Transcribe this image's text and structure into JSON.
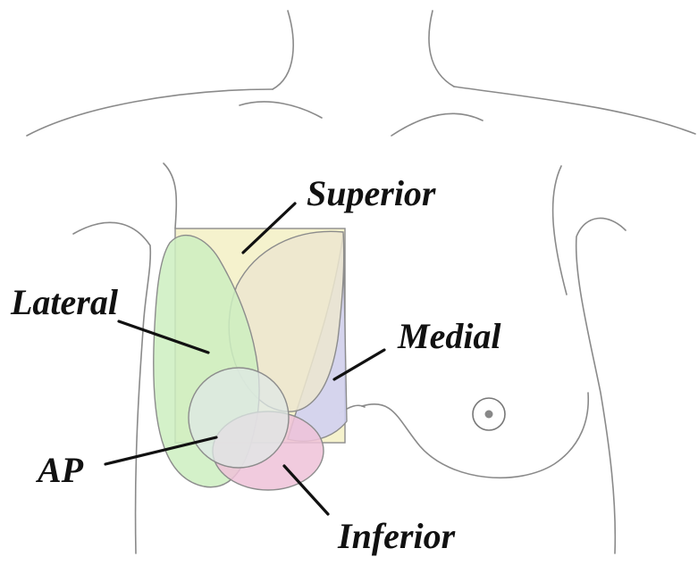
{
  "diagram": {
    "labels": {
      "superior": "Superior",
      "lateral": "Lateral",
      "medial": "Medial",
      "ap": "AP",
      "inferior": "Inferior"
    },
    "colors": {
      "superior_fill": "#f4f1c8",
      "lateral_fill": "#cdeec0",
      "medial_fill": "#cfcff2",
      "central_fill": "#ece6cf",
      "ap_fill": "#dfe8e6",
      "inferior_fill": "#efc2d8",
      "outline": "#8a8a8a",
      "text": "#111111"
    }
  }
}
